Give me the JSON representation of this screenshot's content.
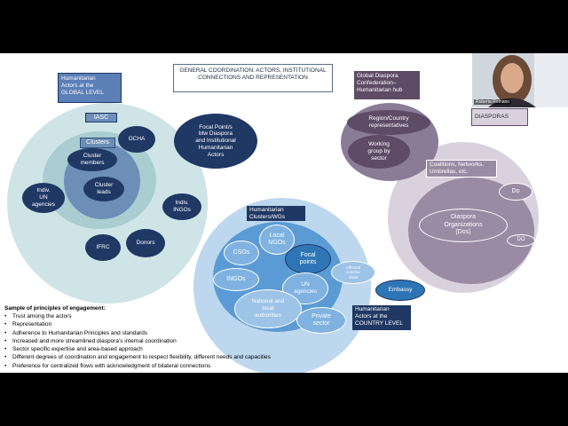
{
  "title": "GENERAL COORDINATION: ACTORS, INSTITUTIONAL\nCONNECTIONS AND REPRESENTATION",
  "global": {
    "title_box": "Humanitarian\nActors at the\nGLOBAL LEVEL",
    "iasc": "IASC",
    "clusters": "Clusters",
    "cluster_members": "Cluster\nmembers",
    "cluster_leads": "Cluster\nleads",
    "ocha": "OCHA",
    "indiv_un": "Indiv.\nUN\nagencies",
    "indiv_ingos": "Indiv.\nINGOs",
    "ifrc": "IFRC",
    "donors": "Donors"
  },
  "focal_point": "Focal Point/s\nbtw Diaspora\nand Institutional\nHumanitarian\nActors",
  "country": {
    "clusters_box": "Humanitarian\nClusters/WGs",
    "local_ngos": "Local\nNGOs",
    "csos": "CSOs",
    "focal_points": "Focal\npoints",
    "affected": "Affected\ncommu-\nnities",
    "ingos": "INGOs",
    "un_agencies": "UN\nagencies",
    "national": "National and\nlocal\nauthorities",
    "private": "Private\nsector",
    "embassy": "Embassy",
    "title_box": "Humanitarian\nActors at the\nCOUNTRY LEVEL"
  },
  "diaspora": {
    "confederation": "Global Diaspora\nConfederation–\nHumanitarian hub",
    "region": "Region/Country\nrepresentatives",
    "working_group": "Working\ngroup by\nsector",
    "coalitions": "Coalitions, Networks,\nUmbrellas, etc.",
    "do1": "Do",
    "organizations": "Diaspora\nOrganizations\n(Dos)",
    "do2": "DO",
    "diasporas_label": "DIASPORAS"
  },
  "principles": {
    "title": "Sample of principles of engagement:",
    "items": [
      "Trust among the actors",
      "Representation",
      "Adherence to Humanitarian Principles and standards",
      "Increased and more streamlined diaspora's internal coordination",
      "Sector specific expertise and area-based approach",
      "Different degrees of coordination and engagement to respect flexibility, different needs and capacities",
      "Preference for centralized flows with acknowledgment of bilateral connections"
    ]
  },
  "video": {
    "name": "Roberta Romano"
  },
  "colors": {
    "navy": "#1f3864",
    "light_teal": "#cfe4e6",
    "mid_teal": "#a9cdd0",
    "steel": "#6c8eb7",
    "light_blue": "#bdd7ee",
    "mid_blue": "#5b9bd5",
    "purple": "#5e4b66",
    "light_purple": "#d9d2de",
    "mauve": "#9a8ba4"
  }
}
